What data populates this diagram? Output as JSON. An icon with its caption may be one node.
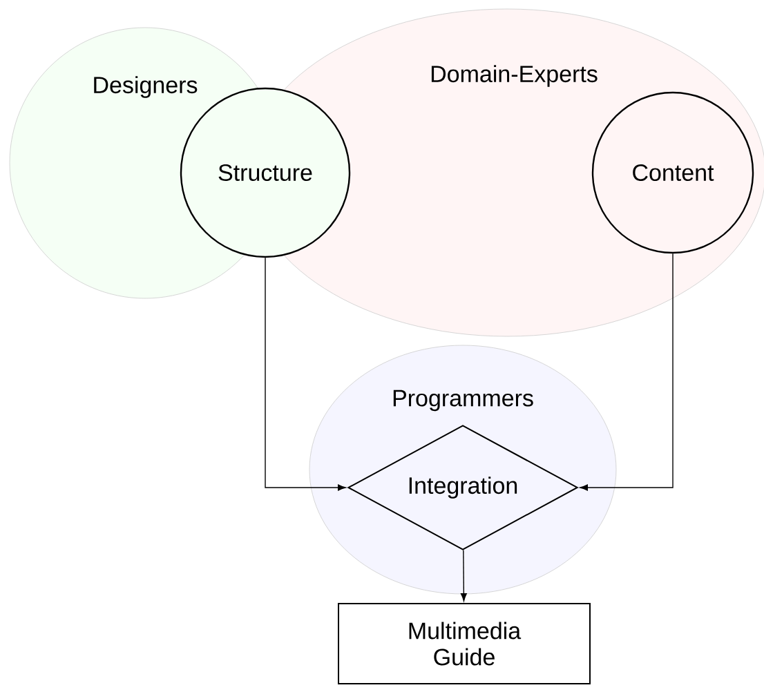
{
  "diagram": {
    "nodes": [
      {
        "text": [
          "Designers"
        ]
      },
      {
        "text": [
          "Domain-Experts"
        ]
      },
      {
        "text": [
          "Structure"
        ]
      },
      {
        "text": [
          "Content"
        ],
        "in": 1
      },
      {
        "text": [
          "Programmers"
        ]
      },
      {
        "text": [
          "Integration"
        ],
        "in": 4
      },
      {
        "text": [
          "Multimedia Guide"
        ]
      }
    ],
    "edges": [
      {
        "from": 2,
        "to": 5,
        "arrow": "to"
      },
      {
        "from": 3,
        "to": 5,
        "arrow": "to"
      },
      {
        "from": 5,
        "to": 6,
        "arrow": "to"
      }
    ]
  }
}
